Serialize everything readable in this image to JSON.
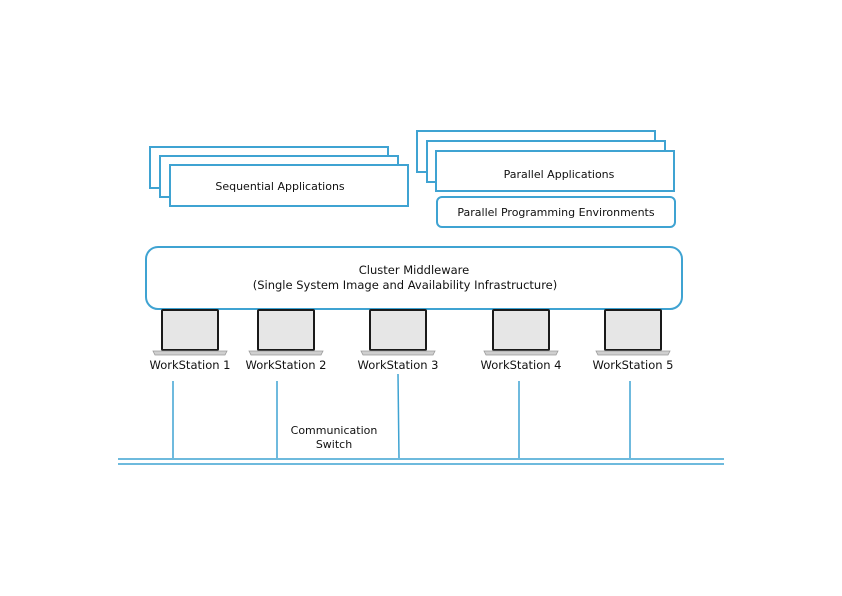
{
  "colors": {
    "line": "#3fa3d2",
    "text": "#111111",
    "screen": "#e6e6e6",
    "laptop_base": "#cfcfcf"
  },
  "sequential": {
    "label": "Sequential Applications"
  },
  "parallel": {
    "label": "Parallel Applications",
    "environments_label": "Parallel Programming Environments"
  },
  "middleware": {
    "line1": "Cluster Middleware",
    "line2": "(Single System Image and Availability Infrastructure)"
  },
  "workstations": [
    {
      "label": "WorkStation 1",
      "icon": "laptop-icon"
    },
    {
      "label": "WorkStation 2",
      "icon": "laptop-icon"
    },
    {
      "label": "WorkStation 3",
      "icon": "laptop-icon"
    },
    {
      "label": "WorkStation 4",
      "icon": "laptop-icon"
    },
    {
      "label": "WorkStation 5",
      "icon": "laptop-icon"
    }
  ],
  "switch": {
    "line1": "Communication",
    "line2": "Switch"
  }
}
